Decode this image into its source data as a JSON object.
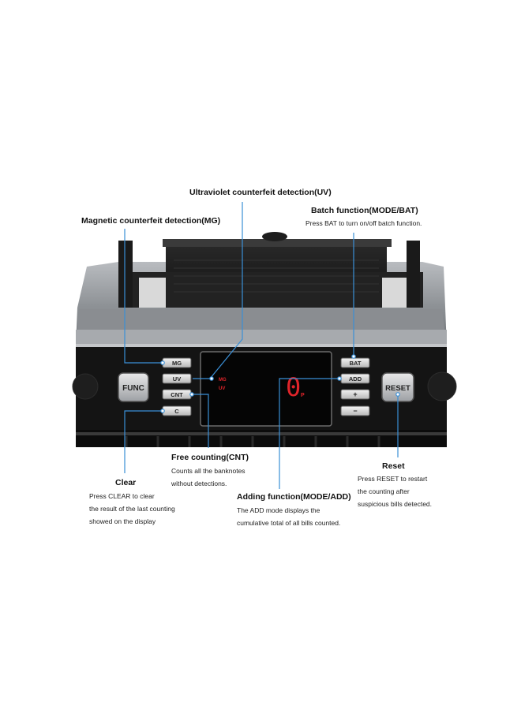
{
  "colors": {
    "callout_line": "#3a8fd6",
    "display_red": "#e0242a",
    "panel_dark": "#141414",
    "body_silver": "#9a9da2"
  },
  "panel": {
    "mg_button": "MG",
    "uv_button": "UV",
    "cnt_button": "CNT",
    "c_button": "C",
    "func_button": "FUNC",
    "bat_button": "BAT",
    "add_button": "ADD",
    "plus_button": "+",
    "minus_button": "−",
    "reset_button": "RESET",
    "display": {
      "mg_indicator": "MG",
      "uv_indicator": "UV",
      "count": "0",
      "count_suffix": "P"
    }
  },
  "callouts": {
    "uv": {
      "title": "Ultraviolet counterfeit detection(UV)"
    },
    "mg": {
      "title": "Magnetic counterfeit detection(MG)"
    },
    "bat": {
      "title": "Batch function(MODE/BAT)",
      "lines": [
        "Press BAT to turn on/off batch function."
      ]
    },
    "cnt": {
      "title": "Free counting(CNT)",
      "lines": [
        "Counts all the banknotes",
        "without detections."
      ]
    },
    "clear": {
      "title": "Clear",
      "lines": [
        "Press CLEAR to clear",
        "the result of the last counting",
        "showed on the display"
      ]
    },
    "add": {
      "title": "Adding function(MODE/ADD)",
      "lines": [
        "The ADD mode displays the",
        "cumulative total of all bills counted."
      ]
    },
    "reset": {
      "title": "Reset",
      "lines": [
        "Press RESET to restart",
        "the counting after",
        "suspicious bills detected."
      ]
    }
  }
}
